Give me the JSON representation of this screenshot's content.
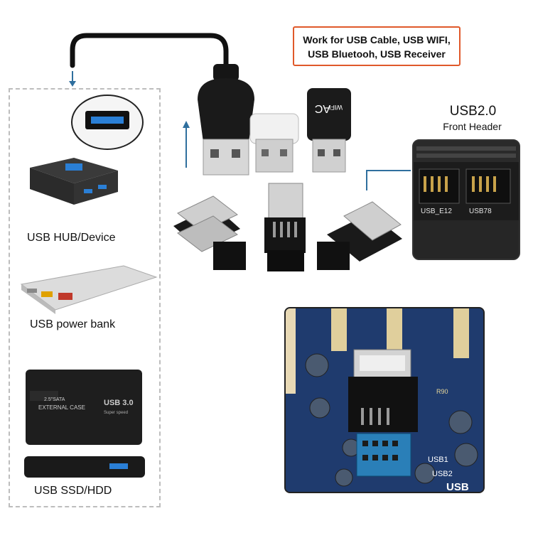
{
  "callout": {
    "line1": "Work for USB Cable, USB WIFI,",
    "line2": "USB Bluetooh, USB Receiver"
  },
  "header": {
    "title": "USB2.0",
    "subtitle": "Front Header",
    "pin_label_left": "USB_E12",
    "pin_label_right": "USB78"
  },
  "wifi_dongle": {
    "logo": "AC",
    "brand": "WIFI"
  },
  "devices": {
    "hub_label": "USB HUB/Device",
    "powerbank_label": "USB power bank",
    "ssd_label": "USB SSD/HDD",
    "ssd_text1": "2.5\"SATA",
    "ssd_text2": "EXTERNAL CASE",
    "ssd_text3": "USB 3.0",
    "ssd_text4": "Super speed"
  },
  "motherboard": {
    "label_usb1": "USB1",
    "label_usb2": "USB2",
    "label_usb": "USB",
    "label_r90": "R90"
  },
  "colors": {
    "callout_border": "#e0592a",
    "arrow": "#2f6f9e",
    "usb_blue": "#2a7fd6",
    "pcb_blue": "#1f3b6e"
  }
}
